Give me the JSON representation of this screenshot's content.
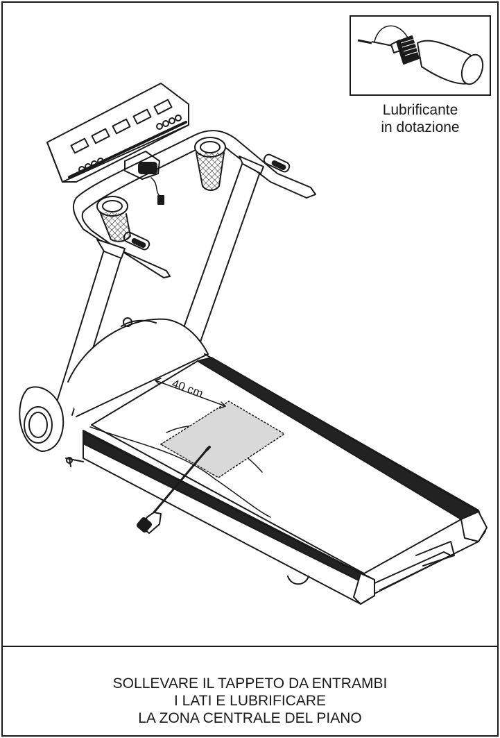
{
  "inset": {
    "caption_line1": "Lubrificante",
    "caption_line2": "in dotazione",
    "icon": "lubricant-bottle-icon"
  },
  "illustration": {
    "icon": "treadmill-illustration",
    "measure_label": "40 cm"
  },
  "instruction": {
    "line1": "SOLLEVARE IL TAPPETO DA ENTRAMBI",
    "line2": "I LATI E LUBRIFICARE",
    "line3": "LA ZONA CENTRALE DEL PIANO"
  },
  "colors": {
    "ink": "#1a1a1a",
    "belt": "#222222",
    "shade": "#d9d9d9"
  }
}
